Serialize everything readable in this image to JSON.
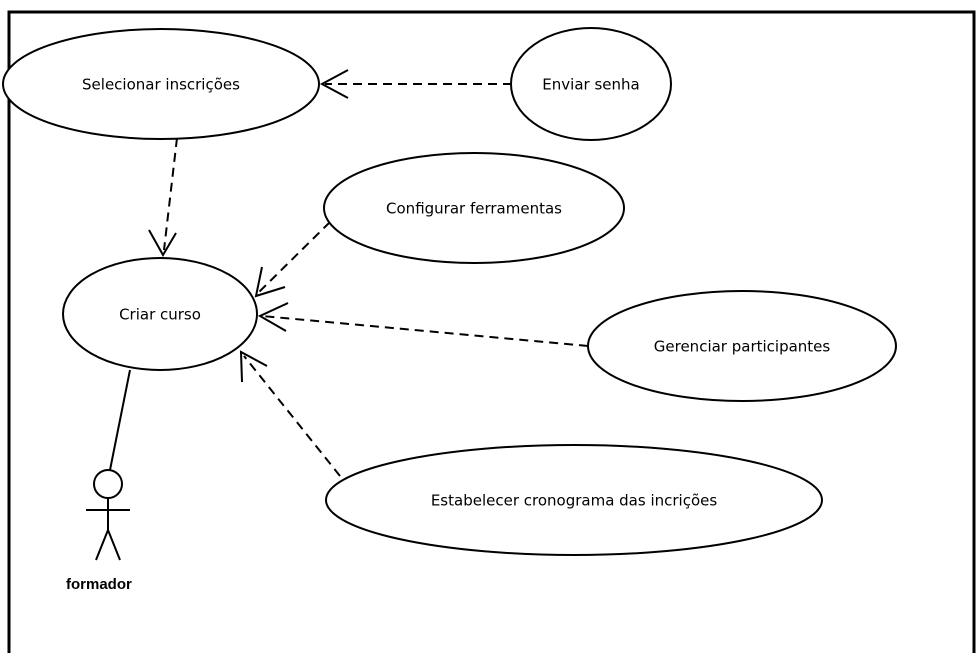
{
  "diagram": {
    "type": "use-case",
    "actor": {
      "label": "formador"
    },
    "use_cases": {
      "selecionar": "Selecionar inscrições",
      "enviar": "Enviar senha",
      "configurar": "Configurar ferramentas",
      "criar": "Criar curso",
      "gerenciar": "Gerenciar participantes",
      "estabelecer": "Estabelecer cronograma das incrições"
    },
    "relationships": [
      {
        "from": "Enviar senha",
        "to": "Selecionar inscrições",
        "kind": "dependency"
      },
      {
        "from": "Selecionar inscrições",
        "to": "Criar curso",
        "kind": "dependency"
      },
      {
        "from": "Configurar ferramentas",
        "to": "Criar curso",
        "kind": "dependency"
      },
      {
        "from": "Gerenciar participantes",
        "to": "Criar curso",
        "kind": "dependency"
      },
      {
        "from": "Estabelecer cronograma das incrições",
        "to": "Criar curso",
        "kind": "dependency"
      },
      {
        "from": "formador",
        "to": "Criar curso",
        "kind": "association"
      }
    ]
  }
}
